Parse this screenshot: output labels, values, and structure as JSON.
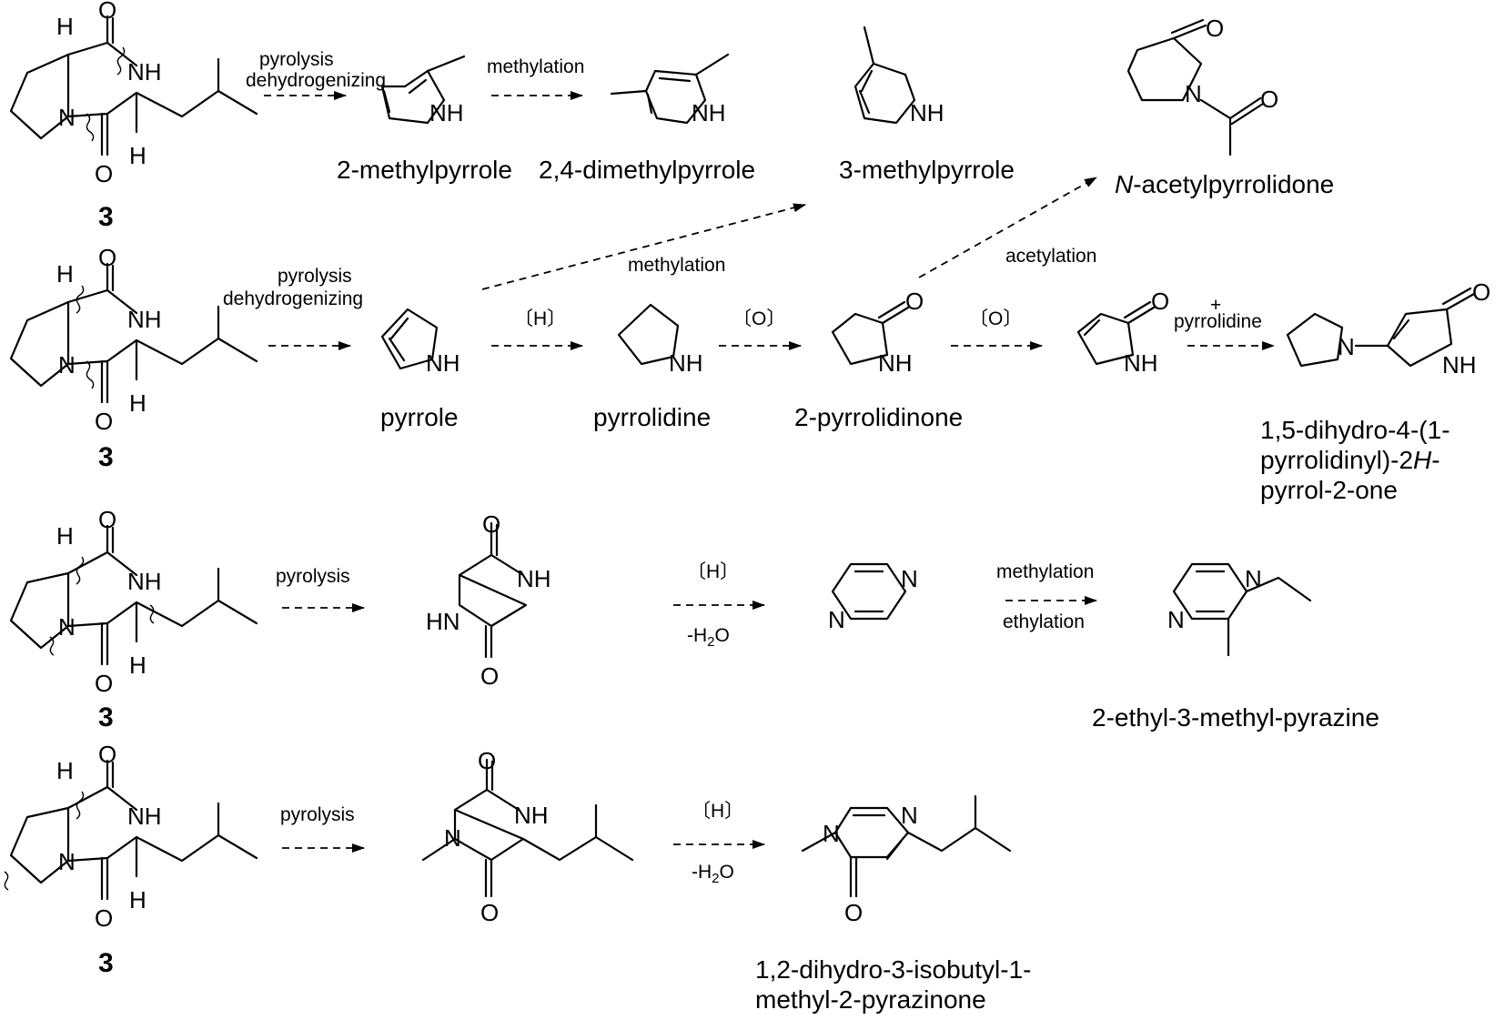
{
  "compound_label": "3",
  "atoms": {
    "H": "H",
    "O": "O",
    "N": "N",
    "NH": "NH",
    "HN": "HN"
  },
  "conditions": {
    "pyrolysis": "pyrolysis",
    "dehydrogenizing": "dehydrogenizing",
    "methylation": "methylation",
    "acetylation": "acetylation",
    "ethylation": "ethylation",
    "reduction": "〔H〕",
    "oxidation": "〔O〕",
    "plus": "+",
    "pyrrolidine": "pyrrolidine",
    "minus_water_prefix": "-H",
    "minus_water_sub": "2",
    "minus_water_suffix": "O"
  },
  "products": {
    "methylpyrrole_2": "2-methylpyrrole",
    "dimethylpyrrole_24": "2,4-dimethylpyrrole",
    "methylpyrrole_3": "3-methylpyrrole",
    "acetylpyrrolidone_italic": "N",
    "acetylpyrrolidone_rest": "-acetylpyrrolidone",
    "pyrrole": "pyrrole",
    "pyrrolidine": "pyrrolidine",
    "pyrrolidinone": "2-pyrrolidinone",
    "dihydro_line1": "1,5-dihydro-4-(1-",
    "dihydro_line2a": "pyrrolidinyl)-2",
    "dihydro_line2_italic": "H",
    "dihydro_line2b": "-",
    "dihydro_line3": "pyrrol-2-one",
    "pyrazine_product": "2-ethyl-3-methyl-pyrazine",
    "pyrazinone_line1": "1,2-dihydro-3-isobutyl-1-",
    "pyrazinone_line2": "methyl-2-pyrazinone"
  }
}
